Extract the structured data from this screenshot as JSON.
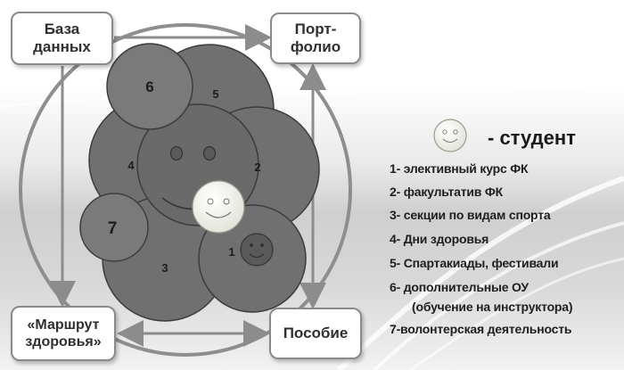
{
  "boxes": {
    "database": "База\nданных",
    "portfolio": "Порт-\nфолио",
    "route": "«Маршрут\nздоровья»",
    "guide": "Пособие"
  },
  "circle_numbers": [
    "6",
    "5",
    "4",
    "2",
    "7",
    "1",
    "3"
  ],
  "legend": {
    "student": "- студент",
    "items": [
      "1- элективный курс ФК",
      "2- факультатив ФК",
      "3- секции по видам спорта",
      "4- Дни здоровья",
      "5- Спартакиады, фестивали",
      "6- дополнительные ОУ",
      "(обучение на инструктора)",
      "7-волонтерская деятельность"
    ]
  },
  "colors": {
    "circle_fill": "#707070",
    "circle_stroke": "#3c3c3c",
    "smiley_fill": "#f5f5f0",
    "arrow": "#8c8c8c",
    "background_band": "#c9c9c9"
  }
}
